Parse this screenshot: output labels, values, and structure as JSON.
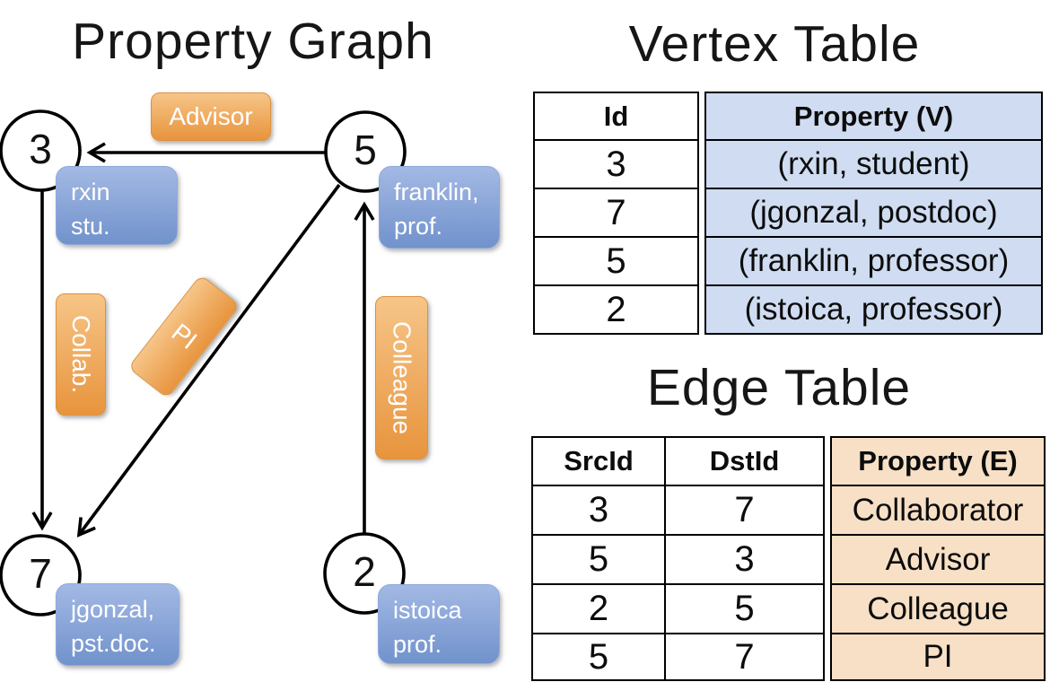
{
  "graph": {
    "title": "Property Graph",
    "nodes": [
      {
        "id": "3",
        "property_lines": [
          "rxin",
          "stu."
        ]
      },
      {
        "id": "5",
        "property_lines": [
          "franklin,",
          "prof."
        ]
      },
      {
        "id": "7",
        "property_lines": [
          "jgonzal,",
          "pst.doc."
        ]
      },
      {
        "id": "2",
        "property_lines": [
          "istoica",
          "prof."
        ]
      }
    ],
    "edges": [
      {
        "label": "Advisor",
        "from": "5",
        "to": "3"
      },
      {
        "label": "Collab.",
        "from": "3",
        "to": "7"
      },
      {
        "label": "PI",
        "from": "5",
        "to": "7"
      },
      {
        "label": "Colleague",
        "from": "2",
        "to": "5"
      }
    ]
  },
  "vertex_table": {
    "title": "Vertex Table",
    "headers": {
      "id": "Id",
      "property": "Property (V)"
    },
    "rows": [
      {
        "id": "3",
        "property": "(rxin, student)"
      },
      {
        "id": "7",
        "property": "(jgonzal, postdoc)"
      },
      {
        "id": "5",
        "property": "(franklin, professor)"
      },
      {
        "id": "2",
        "property": "(istoica, professor)"
      }
    ]
  },
  "edge_table": {
    "title": "Edge Table",
    "headers": {
      "src": "SrcId",
      "dst": "DstId",
      "property": "Property (E)"
    },
    "rows": [
      {
        "src": "3",
        "dst": "7",
        "property": "Collaborator"
      },
      {
        "src": "5",
        "dst": "3",
        "property": "Advisor"
      },
      {
        "src": "2",
        "dst": "5",
        "property": "Colleague"
      },
      {
        "src": "5",
        "dst": "7",
        "property": "PI"
      }
    ]
  },
  "colors": {
    "edge_label_box": "#e8943d",
    "vertex_property_box": "#7192cc",
    "vertex_table_property_fill": "#cfdcf1",
    "edge_table_property_fill": "#f7e0c6",
    "line_and_border": "#000000",
    "background": "#ffffff"
  }
}
